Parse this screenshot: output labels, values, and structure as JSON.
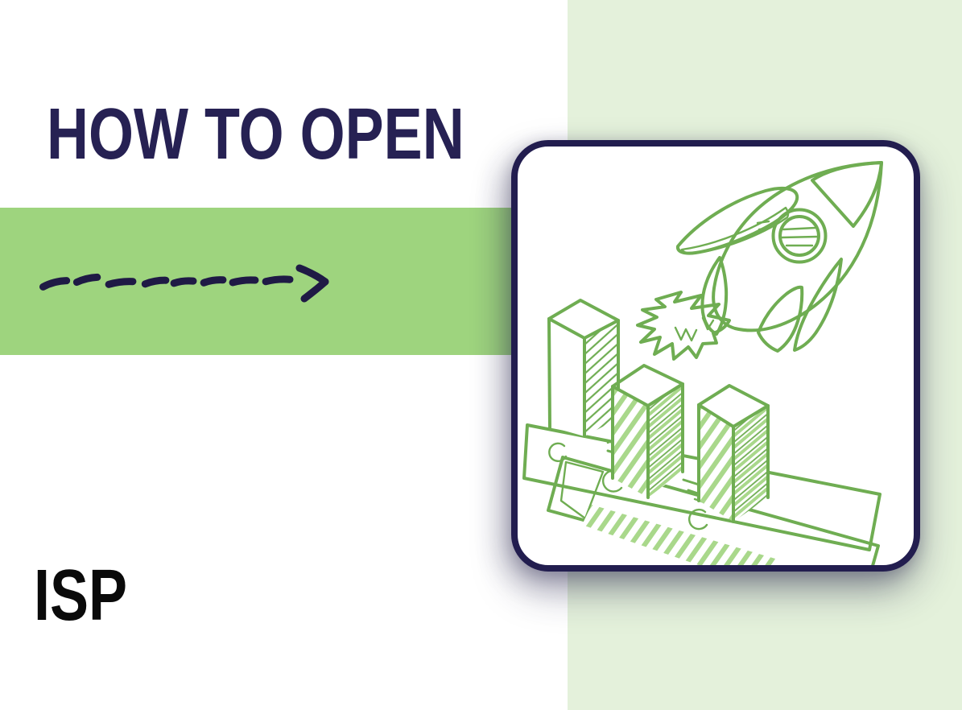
{
  "poster": {
    "title": "HOW TO OPEN",
    "subtitle": "ISP"
  },
  "accents": {
    "page_background": "#ffffff",
    "band_green": "#9ed47e",
    "pale_green": "#e4f1db",
    "navy": "#262153",
    "navy_border": "#221d4f",
    "arrow_navy": "#1f1a45",
    "ink_black": "#0a0a0a",
    "card_background": "#ffffff",
    "illustration_green": "#6fad52",
    "illustration_light_green": "#a9d88b"
  },
  "arrow": {
    "type": "hand-drawn-dashed-arrow-right",
    "dash_count": 8
  },
  "illustration": {
    "name": "rocket-launch-over-bar-chart-and-banknotes",
    "elements": [
      "rocket",
      "porthole-window",
      "exhaust-flame",
      "three-isometric-bars",
      "banknotes",
      "coin-circles"
    ]
  }
}
